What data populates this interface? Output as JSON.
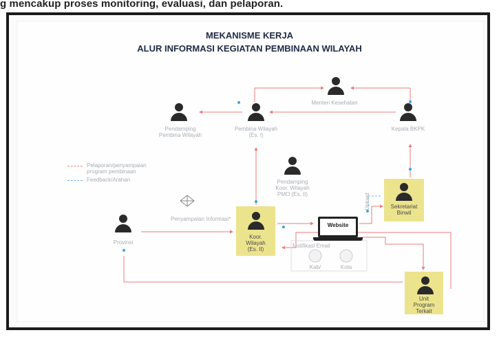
{
  "caption": "g mencakup proses monitoring, evaluasi, dan pelaporan.",
  "diagram": {
    "title_line1": "MEKANISME KERJA",
    "title_line2": "ALUR INFORMASI KEGIATAN PEMBINAAN WILAYAH",
    "nodes": {
      "menteri": "Menteri Kesehatan",
      "pembina": "Pembina Wilayah",
      "pembina_sub": "(Es. I)",
      "pendamping_pembina": "Pendamping",
      "pendamping_pembina_sub": "Pembina Wilayah",
      "kepala_bkpk": "Kepala BKPK",
      "pendamping_koor_1": "Pendamping",
      "pendamping_koor_2": "Koor. Wilayah",
      "pendamping_koor_3": "PMO (Es. II)",
      "sekretariat_1": "Sekretariat",
      "sekretariat_2": "Binwil",
      "koor_1": "Koor.",
      "koor_2": "Wilayah",
      "koor_3": "(Es. II)",
      "provinsi": "Provinsi",
      "unit_1": "Unit",
      "unit_2": "Program",
      "unit_3": "Terkait",
      "website": "Website",
      "notifikasi": "Notifikasi Email",
      "sub_kab": "Kab/",
      "sub_kota": "Kota"
    },
    "edge_labels": {
      "penyampaian": "Penyampaian Informasi*",
      "upload": "Upload"
    },
    "legend": [
      {
        "label_1": "Pelaporan/penyampaian",
        "label_2": "program pembinaan",
        "color": "#f08a8a"
      },
      {
        "label_1": "Feedback/Arahan",
        "label_2": "",
        "color": "#6bb8e8"
      }
    ],
    "colors": {
      "highlight": "#ece38d",
      "arrow_red": "#ee7b7b",
      "arrow_blue": "#3aa3e3",
      "title": "#1f2a44"
    }
  }
}
